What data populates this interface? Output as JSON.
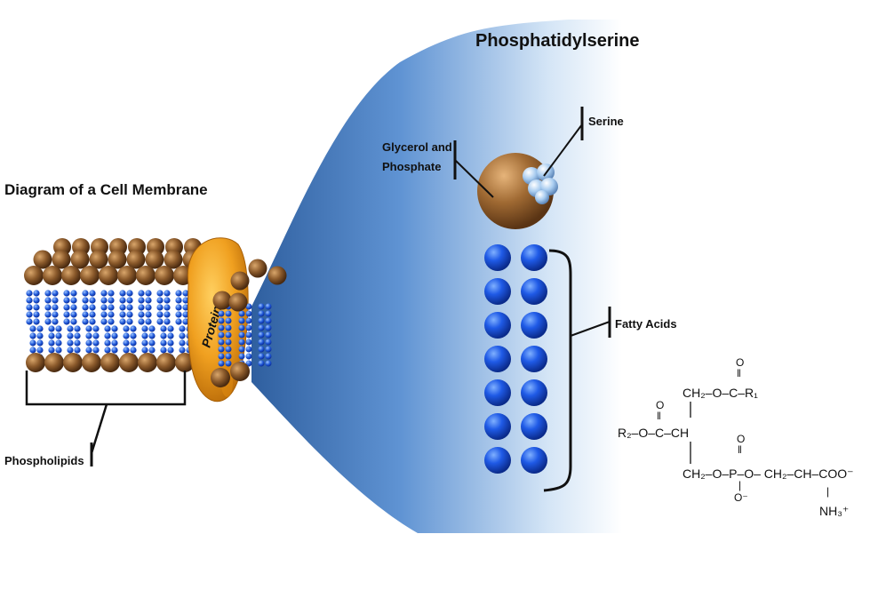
{
  "title_left": "Diagram of a Cell Membrane",
  "title_right": "Phosphatidylserine",
  "labels": {
    "protein": "Protein",
    "phospholipids": "Phospholipids",
    "glycerol_line1": "Glycerol and",
    "glycerol_line2": "Phosphate",
    "serine": "Serine",
    "fatty_acids": "Fatty Acids"
  },
  "formula": {
    "row1_top": "O",
    "row1_bond": "‖",
    "row1": "CH₂–O–C–R₁",
    "row2_top": "O",
    "row2_bond": "‖",
    "row2": "R₂–O–C–CH",
    "row3_top": "O",
    "row3_bond": "‖",
    "row3": "CH₂–O–P–O– CH₂–CH–COO⁻",
    "row3_bottom": "O⁻",
    "row3_bottom_bond": "|",
    "amine_bond": "|",
    "amine": "NH₃⁺"
  },
  "colors": {
    "head_brown": "#8b5a2b",
    "tail_blue": "#1a4fd6",
    "protein_orange": "#f0a020",
    "serine_blue": "#a8ccf0",
    "zoom_blue": "#3f77c9"
  }
}
